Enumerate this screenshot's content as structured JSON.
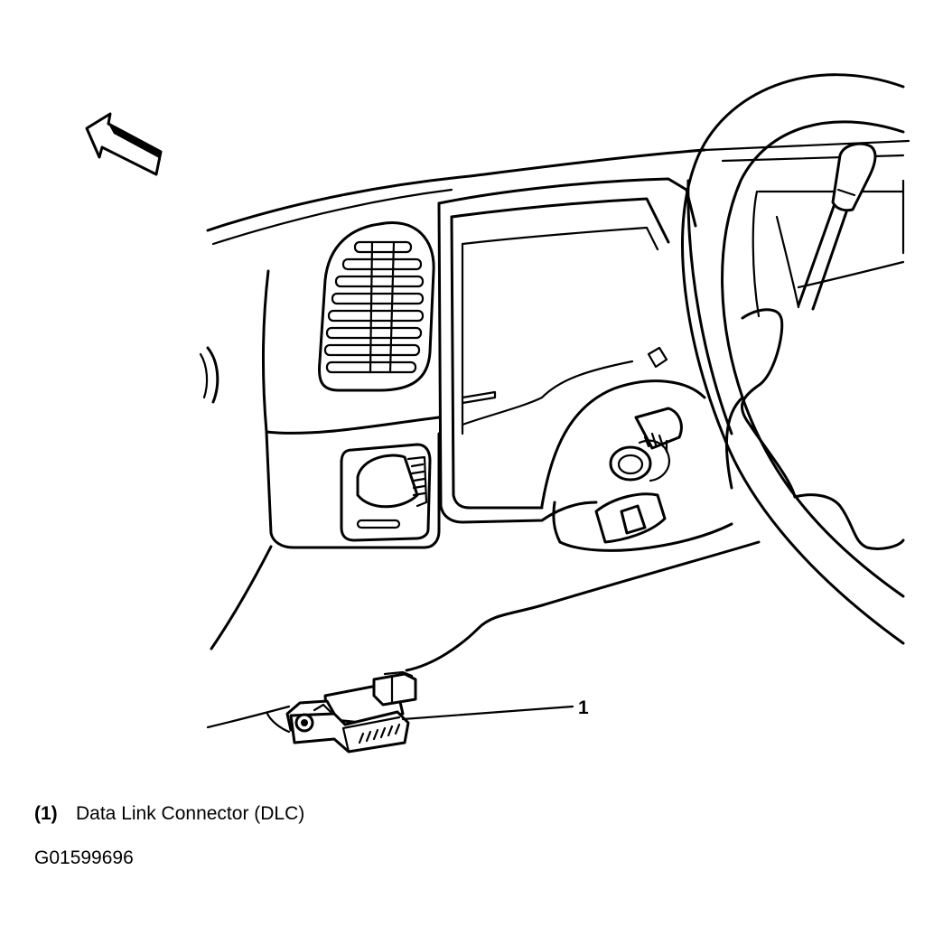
{
  "figure": {
    "callout": "1",
    "legend": {
      "number": "(1)",
      "label": "Data Link Connector (DLC)"
    },
    "figure_id": "G01599696"
  },
  "icons": {
    "direction_arrow": "forward-arrow-icon"
  }
}
